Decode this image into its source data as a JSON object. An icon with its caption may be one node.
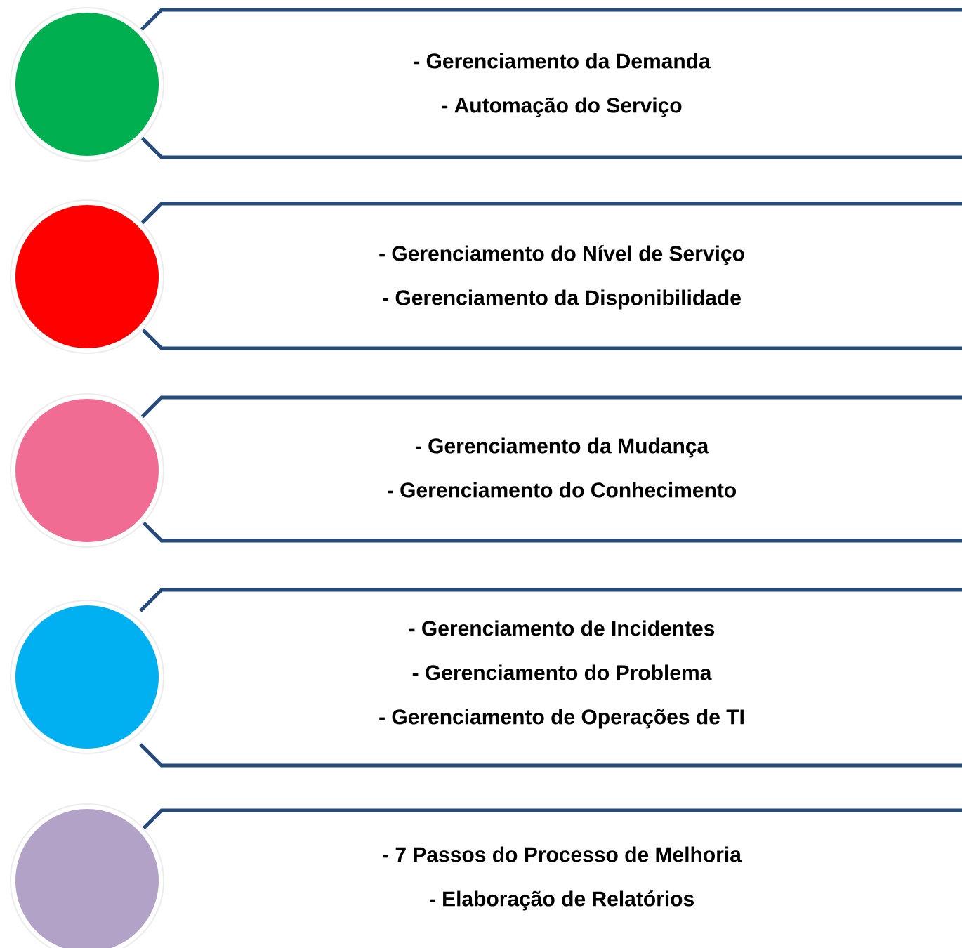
{
  "diagram": {
    "nodes": [
      {
        "text": [
          "- Gerenciamento da Demanda",
          "- Automação do Serviço"
        ]
      },
      {
        "text": [
          "- Gerenciamento do Nível de Serviço",
          "- Gerenciamento da Disponibilidade"
        ]
      },
      {
        "text": [
          "- Gerenciamento da Mudança",
          "- Gerenciamento do Conhecimento"
        ]
      },
      {
        "text": [
          "- Gerenciamento de Incidentes",
          "- Gerenciamento do Problema",
          "- Gerenciamento de Operações de TI"
        ]
      },
      {
        "text": [
          "- 7 Passos do Processo de Melhoria",
          "- Elaboração de Relatórios"
        ]
      }
    ]
  }
}
